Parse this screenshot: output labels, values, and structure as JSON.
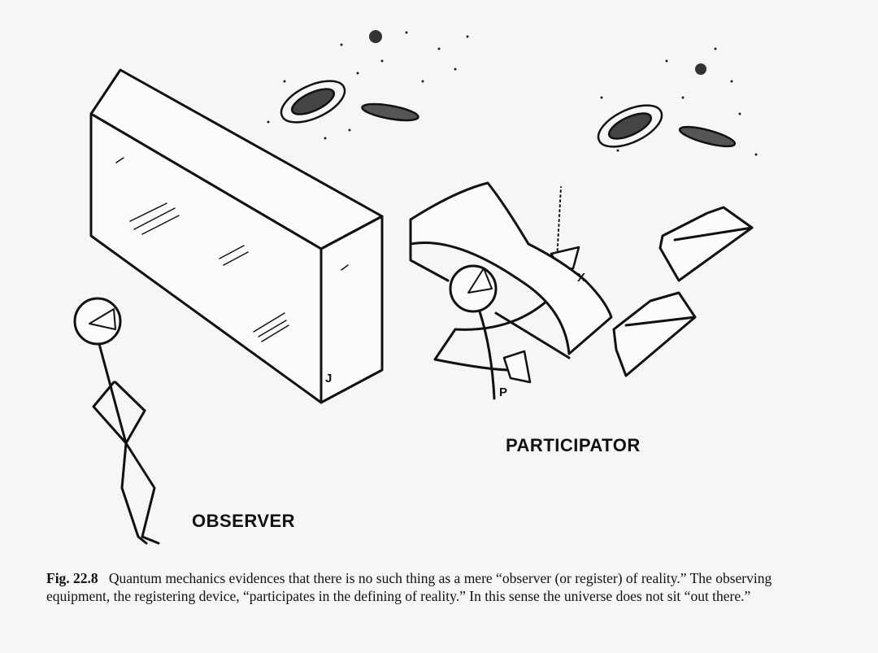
{
  "figure": {
    "labels": {
      "observer": "OBSERVER",
      "participator": "PARTICIPATOR",
      "j": "J",
      "x": "X",
      "p": "P"
    },
    "caption": {
      "number": "Fig. 22.8",
      "text": "Quantum mechanics evidences that there is no such thing as a mere “observer (or register) of reality.” The observing equipment, the registering device, “participates in the defining of reality.” In this sense the universe does not sit “out there.”"
    }
  }
}
